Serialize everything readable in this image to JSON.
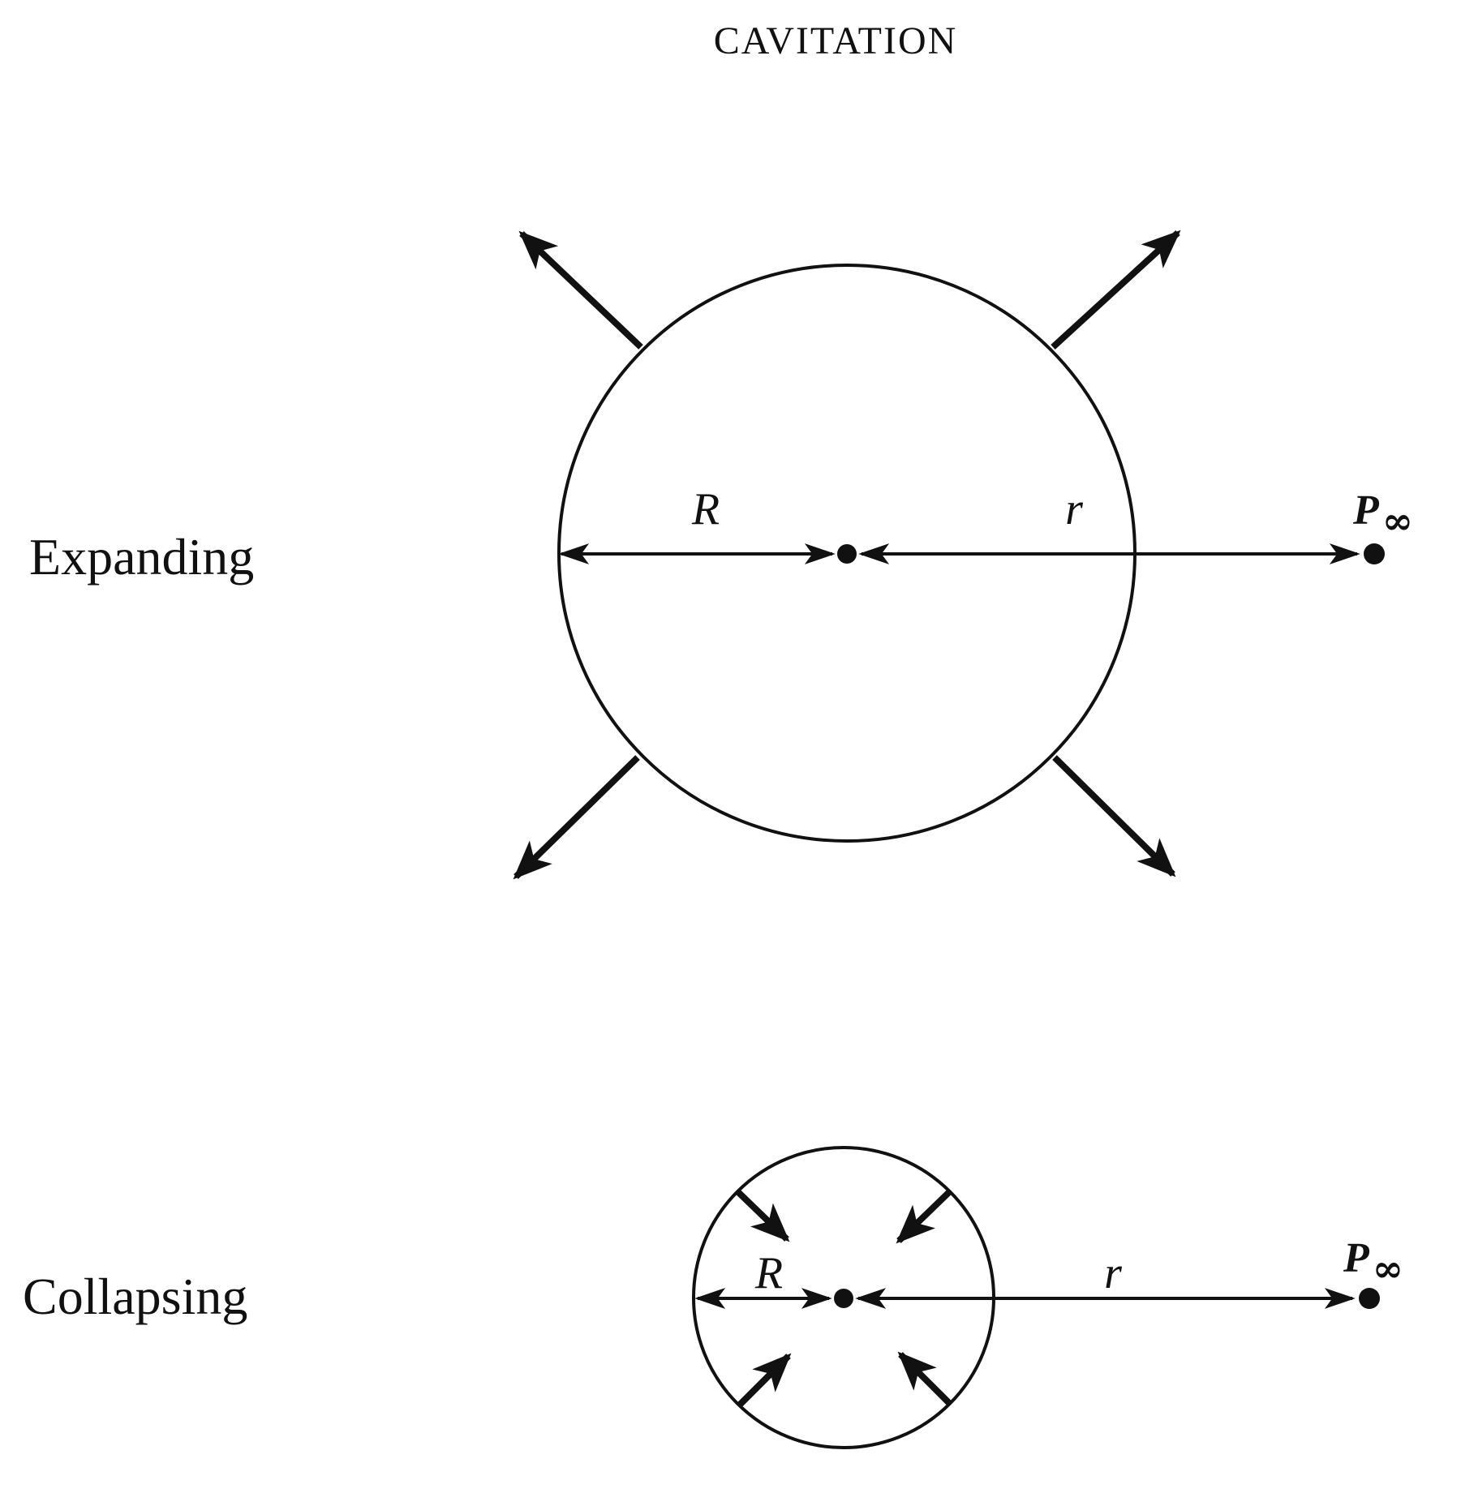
{
  "page": {
    "header": "CAVITATION"
  },
  "expanding": {
    "label": "Expanding",
    "radius_symbol": "R",
    "distance_symbol": "r",
    "pressure_symbol": "P",
    "pressure_subscript": "∞"
  },
  "collapsing": {
    "label": "Collapsing",
    "radius_symbol": "R",
    "distance_symbol": "r",
    "pressure_symbol": "P",
    "pressure_subscript": "∞"
  },
  "colors": {
    "ink": "#111111",
    "background": "#ffffff"
  }
}
